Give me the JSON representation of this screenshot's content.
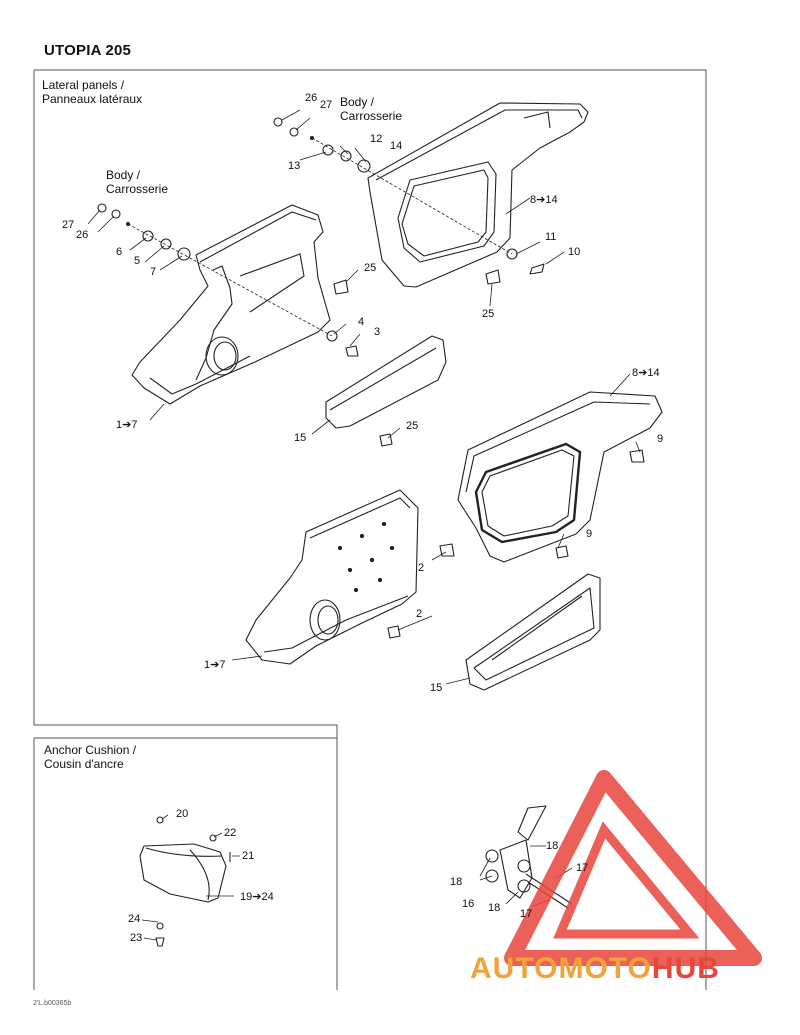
{
  "title": "UTOPIA 205",
  "sections": {
    "lateral": {
      "line1": "Lateral panels /",
      "line2": "Panneaux latéraux"
    },
    "anchor": {
      "line1": "Anchor Cushion /",
      "line2": "Cousin d'ancre"
    }
  },
  "callouts": {
    "body_top_l1": "Body /",
    "body_top_l2": "Carrosserie",
    "body_left_l1": "Body /",
    "body_left_l2": "Carrosserie",
    "c26a": "26",
    "c27a": "27",
    "c12": "12",
    "c14": "14",
    "c13": "13",
    "c8to14a": "8➔14",
    "c11": "11",
    "c10": "10",
    "c25a": "25",
    "c27b": "27",
    "c26b": "26",
    "c6": "6",
    "c5": "5",
    "c7": "7",
    "c25b": "25",
    "c4": "4",
    "c3": "3",
    "c1to7a": "1➔7",
    "c15a": "15",
    "c25c": "25",
    "c8to14b": "8➔14",
    "c9a": "9",
    "c9b": "9",
    "c2a": "2",
    "c2b": "2",
    "c1to7b": "1➔7",
    "c15b": "15",
    "c20": "20",
    "c22": "22",
    "c21": "21",
    "c19to24": "19➔24",
    "c24": "24",
    "c23": "23",
    "c18a": "18",
    "c17a": "17",
    "c18b": "18",
    "c16": "16",
    "c18c": "18",
    "c17b": "17"
  },
  "footer": {
    "code": "2'L.b00365b"
  },
  "watermark": {
    "text_part1": "AUTOMOTO",
    "text_part2": "HUB"
  },
  "colors": {
    "line": "#222222",
    "frame": "#555555",
    "watermark_red": "#e8453c",
    "watermark_orange": "#f2a23a"
  }
}
